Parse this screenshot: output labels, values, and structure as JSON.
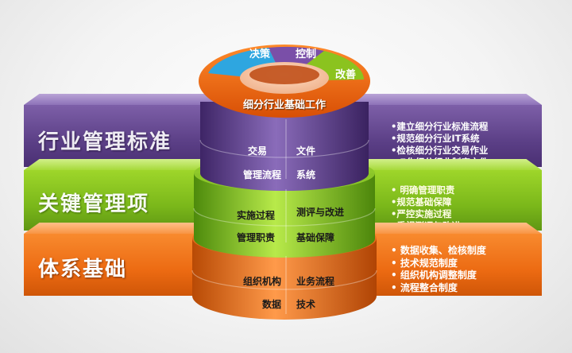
{
  "bands": [
    {
      "title": "行业管理标准",
      "color": "#5b3f86",
      "bullets": [
        "•建立细分行业标准流程",
        "•规范细分行业IT系统",
        "•检核细分行业交易作业",
        "• E化细分行业制度文件"
      ]
    },
    {
      "title": "关键管理项",
      "color": "#7ab71a",
      "bullets": [
        "• 明确管理职责",
        "•规范基础保障",
        "•严控实施过程",
        "•重视测评与改进"
      ]
    },
    {
      "title": "体系基础",
      "color": "#ec6a12",
      "bullets": [
        "• 数据收集、检核制度",
        "• 技术规范制度",
        "• 组织机构调整制度",
        "• 流程整合制度"
      ]
    }
  ],
  "ring": {
    "segments": [
      "决策",
      "控制",
      "改善"
    ],
    "center": "细分行业基础工作",
    "colors": {
      "blue": "#2ea6e0",
      "purple": "#7a4fa8",
      "green": "#8bc31f",
      "orange": "#ee6a12"
    }
  },
  "cylinder": {
    "purple_cells": [
      [
        "交易",
        "文件"
      ],
      [
        "管理流程",
        "系统"
      ]
    ],
    "green_cells": [
      [
        "实施过程",
        "测评与改进"
      ],
      [
        "管理职责",
        "基础保障"
      ]
    ],
    "orange_cells": [
      [
        "组织机构",
        "业务流程"
      ],
      [
        "数据",
        "技术"
      ]
    ]
  }
}
